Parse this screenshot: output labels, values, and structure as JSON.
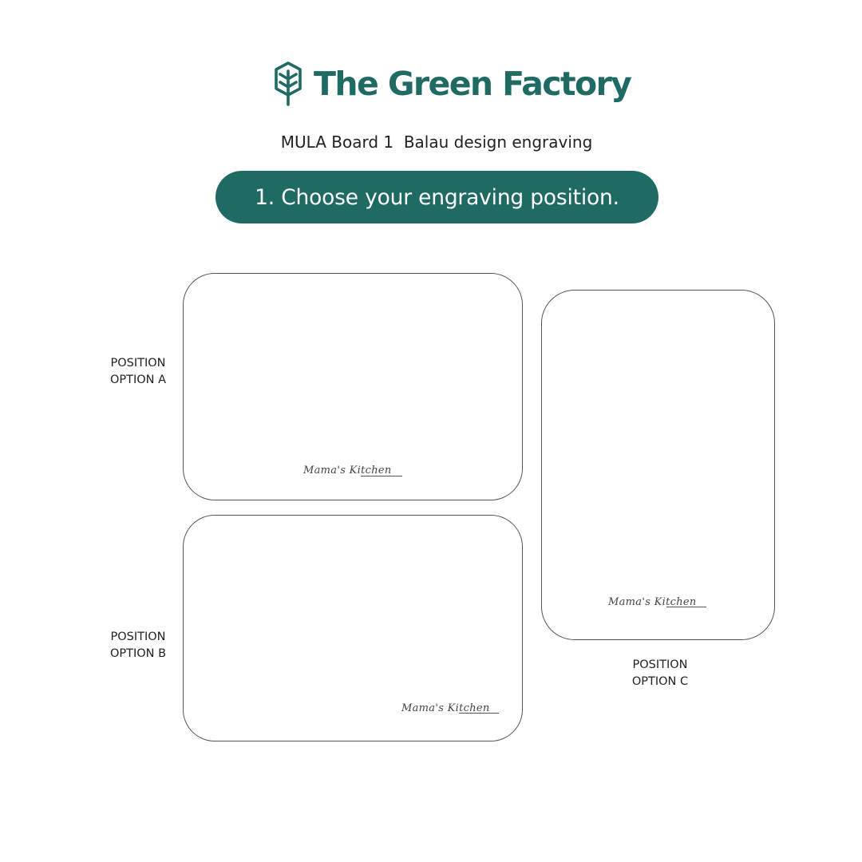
{
  "brand": {
    "name": "The Green Factory",
    "color": "#1f6b64",
    "icon": "tree-icon"
  },
  "subtitle": "MULA Board 1  Balau design engraving",
  "step": {
    "label": "1. Choose your engraving position."
  },
  "engraving_text": "Mama's Kitchen",
  "options": [
    {
      "line1": "POSITION",
      "line2": "OPTION A"
    },
    {
      "line1": "POSITION",
      "line2": "OPTION B"
    },
    {
      "line1": "POSITION",
      "line2": "OPTION C"
    }
  ]
}
